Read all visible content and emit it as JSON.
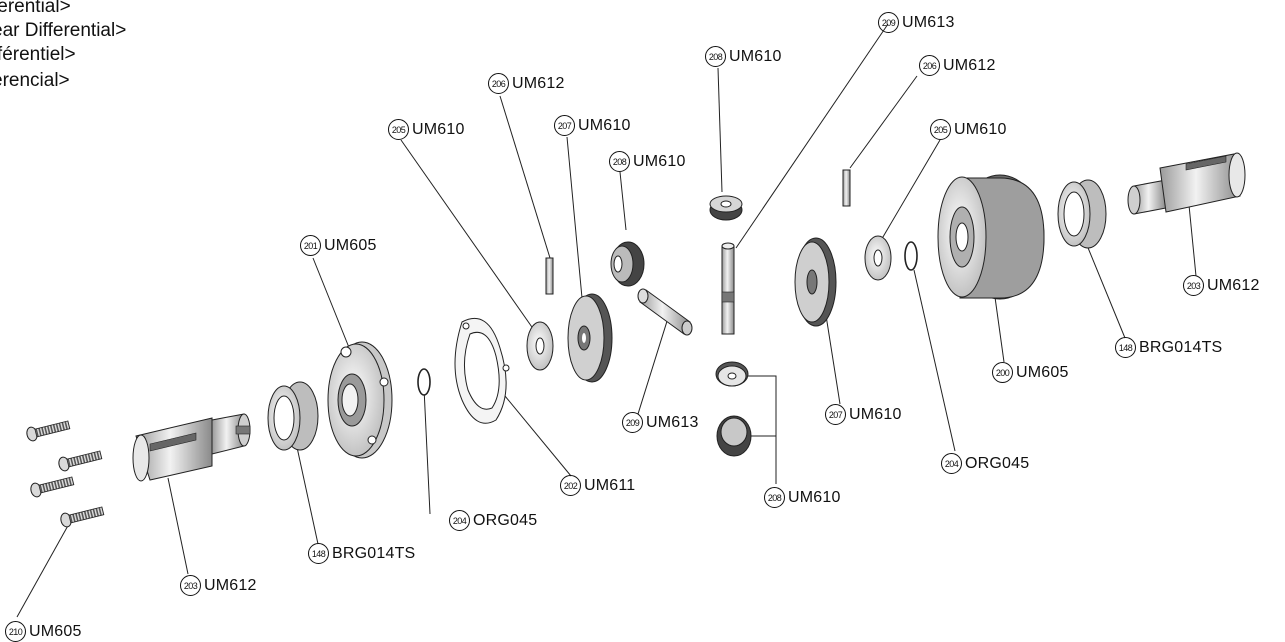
{
  "title_lines": [
    "ferential>",
    "ear Differential>",
    "fférentiel>",
    "erencial>"
  ],
  "parts": [
    {
      "id": "p209a",
      "num": "209",
      "code": "UM613"
    },
    {
      "id": "p208a",
      "num": "208",
      "code": "UM610"
    },
    {
      "id": "p206a",
      "num": "206",
      "code": "UM612"
    },
    {
      "id": "p206b",
      "num": "206",
      "code": "UM612"
    },
    {
      "id": "p205a",
      "num": "205",
      "code": "UM610"
    },
    {
      "id": "p207a",
      "num": "207",
      "code": "UM610"
    },
    {
      "id": "p205b",
      "num": "205",
      "code": "UM610"
    },
    {
      "id": "p208b",
      "num": "208",
      "code": "UM610"
    },
    {
      "id": "p201",
      "num": "201",
      "code": "UM605"
    },
    {
      "id": "p203a",
      "num": "203",
      "code": "UM612"
    },
    {
      "id": "p148a",
      "num": "148",
      "code": "BRG014TS"
    },
    {
      "id": "p200",
      "num": "200",
      "code": "UM605"
    },
    {
      "id": "p207b",
      "num": "207",
      "code": "UM610"
    },
    {
      "id": "p209b",
      "num": "209",
      "code": "UM613"
    },
    {
      "id": "p204a",
      "num": "204",
      "code": "ORG045"
    },
    {
      "id": "p202",
      "num": "202",
      "code": "UM611"
    },
    {
      "id": "p208c",
      "num": "208",
      "code": "UM610"
    },
    {
      "id": "p204b",
      "num": "204",
      "code": "ORG045"
    },
    {
      "id": "p148b",
      "num": "148",
      "code": "BRG014TS"
    },
    {
      "id": "p203b",
      "num": "203",
      "code": "UM612"
    },
    {
      "id": "p210",
      "num": "210",
      "code": "UM605"
    }
  ]
}
